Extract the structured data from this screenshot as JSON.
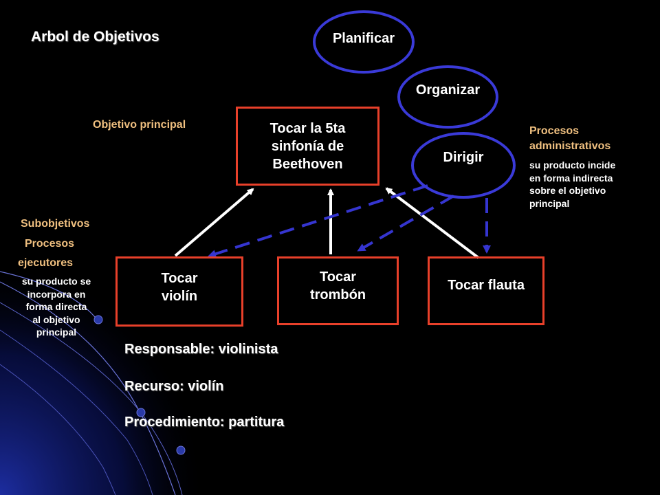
{
  "title": "Arbol de Objetivos",
  "main_objective": {
    "label": "Objetivo principal",
    "box": "Tocar la 5ta sinfonía de Beethoven"
  },
  "admin": {
    "ellipses": [
      "Planificar",
      "Organizar",
      "Dirigir"
    ],
    "heading_line1": "Procesos",
    "heading_line2": "administrativos",
    "desc_lines": [
      "su producto incide",
      "en forma  indirecta",
      "sobre el objetivo",
      "principal"
    ]
  },
  "sub": {
    "label": "Subobjetivos",
    "heading_line1": "Procesos",
    "heading_line2": "ejecutores",
    "desc_lines": [
      "su producto se",
      "incorpora en",
      "forma  directa",
      "al objetivo",
      "principal"
    ],
    "boxes": [
      {
        "line1": "Tocar",
        "line2": "violín"
      },
      {
        "line1": "Tocar",
        "line2": "trombón"
      },
      {
        "line1": "Tocar flauta",
        "line2": ""
      }
    ]
  },
  "details": {
    "responsable": "Responsable: violinista",
    "recurso": "Recurso: violín",
    "procedimiento": "Procedimiento: partitura"
  },
  "colors": {
    "background": "#000000",
    "box_border": "#e8402a",
    "ellipse_border": "#3a3ad8",
    "dashed_arrow": "#3535d0",
    "label_orange": "#f0c080"
  }
}
